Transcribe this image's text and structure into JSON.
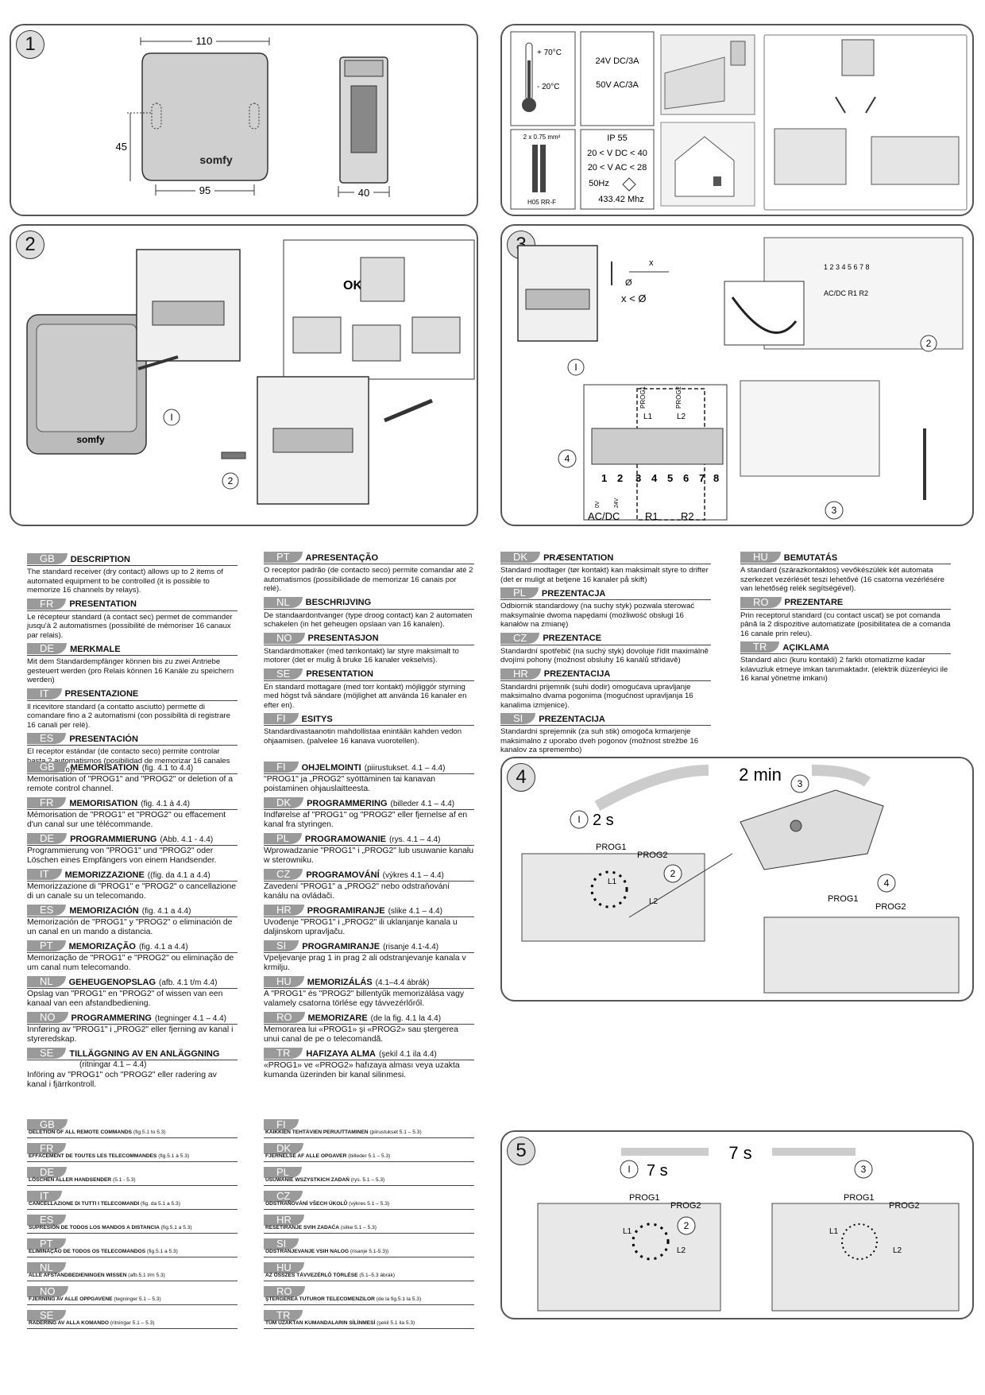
{
  "panels": {
    "p1": {
      "num": "1",
      "dim_width": "110",
      "dim_height": "45",
      "dim_holes": "95",
      "dim_depth": "40",
      "brand": "somfy"
    },
    "spec": {
      "temp_high": "+ 70°C",
      "temp_low": "- 20°C",
      "voltage_dc": "24V DC/3A",
      "voltage_ac": "50V AC/3A",
      "cable_size": "2 x 0.75 mm²",
      "cable_type": "H05 RR-F",
      "ip": "IP 55",
      "range_dc": "20 < V DC < 40",
      "range_ac": "20 < V AC < 28",
      "freq": "50Hz",
      "radio": "433.42 Mhz"
    },
    "p2": {
      "num": "2",
      "ok": "OK",
      "step1": "I",
      "step2": "2",
      "brand": "somfy"
    },
    "p3": {
      "num": "3",
      "x_label": "x",
      "x_diam": "x < Ø",
      "diam": "Ø",
      "step1": "I",
      "step2": "2",
      "step3": "3",
      "step4": "4",
      "terminals": [
        "1",
        "2",
        "3",
        "4",
        "5",
        "6",
        "7",
        "8"
      ],
      "v0": "0V",
      "v24": "24V",
      "acdc": "AC/DC",
      "r1": "R1",
      "r2": "R2",
      "prog1": "PROG1",
      "prog2": "PROG2",
      "l1": "L1",
      "l2": "L2",
      "small_terms": "1 2 3 4 5 6 7 8",
      "small_labels": "AC/DC  R1    R2"
    },
    "p4": {
      "num": "4",
      "time_long": "2 min",
      "time_short": "2 s",
      "step1": "I",
      "step2": "2",
      "step3": "3",
      "step4": "4",
      "prog1": "PROG1",
      "prog2": "PROG2",
      "l1": "L1",
      "l2": "L2"
    },
    "p5": {
      "num": "5",
      "time_long": "7 s",
      "time_short": "7 s",
      "step1": "I",
      "step2": "2",
      "step3": "3",
      "prog1": "PROG1",
      "prog2": "PROG2",
      "l1": "L1",
      "l2": "L2"
    }
  },
  "col1a": [
    {
      "code": "GB",
      "title": "DESCRIPTION",
      "ref": "",
      "body": "The standard receiver (dry contact) allows up to 2 items of automated equipment to be controlled (it is possible to memorize 16 channels by relays)."
    },
    {
      "code": "FR",
      "title": "PRESENTATION",
      "ref": "",
      "body": "Le récepteur standard (à contact sec) permet de commander jusqu'à 2 automatismes (possibilité de mémoriser 16 canaux par relais)."
    },
    {
      "code": "DE",
      "title": "MERKMALE",
      "ref": "",
      "body": "Mit dem Standardempfänger können bis zu zwei Antriebe gesteuert werden (pro Relais können 16 Kanäle zu speichern werden)"
    },
    {
      "code": "IT",
      "title": "PRESENTAZIONE",
      "ref": "",
      "body": "Il ricevitore standard (a contatto asciutto) permette di comandare fino a 2 automatismi (con possibilità di registrare 16 canali per relè)."
    },
    {
      "code": "ES",
      "title": "PRESENTACIÓN",
      "ref": "",
      "body": "El receptor estándar (de contacto seco) permite controlar hasta 2 automatismos (posibilidad de memorizar 16 canales uno tras otro)."
    }
  ],
  "col2a": [
    {
      "code": "PT",
      "title": "APRESENTAÇÃO",
      "ref": "",
      "body": "O receptor padrão (de contacto seco) permite comandar até 2 automatismos (possibilidade de memorizar 16 canais por relé)."
    },
    {
      "code": "NL",
      "title": "BESCHRIJVING",
      "ref": "",
      "body": "De standaardontvanger (type droog contact) kan 2 automaten schakelen (in het geheugen opslaan van 16 kanalen)."
    },
    {
      "code": "NO",
      "title": "PRESENTASJON",
      "ref": "",
      "body": "Standardmottaker (med tørrkontakt) lar styre maksimalt to motorer (det er mulig å bruke 16 kanaler vekselvis)."
    },
    {
      "code": "SE",
      "title": "PRESENTATION",
      "ref": "",
      "body": "En standard mottagare (med torr kontakt) möjliggör styrning med högst två sändare (möjlighet att använda 16 kanaler en efter en)."
    },
    {
      "code": "FI",
      "title": "ESITYS",
      "ref": "",
      "body": "Standardivastaanotin mahdollistaa enintään kahden vedon ohjaamisen. (palvelee 16 kanava vuorotellen)."
    }
  ],
  "col3a": [
    {
      "code": "DK",
      "title": "PRÆSENTATION",
      "ref": "",
      "body": "Standard modtager (tør kontakt) kan maksimalt styre to drifter (det er muligt at betjene 16 kanaler på skift)"
    },
    {
      "code": "PL",
      "title": "PREZENTACJA",
      "ref": "",
      "body": "Odbiornik standardowy (na suchy styk) pozwala sterować maksymalnie dwoma napędami (możliwość obsługi 16 kanałów na zmianę)"
    },
    {
      "code": "CZ",
      "title": "PREZENTACE",
      "ref": "",
      "body": "Standardní spotřebič (na suchý styk) dovoluje řídit maximálně dvojími pohony (možnost obsluhy 16 kanálů střídavě)"
    },
    {
      "code": "HR",
      "title": "PREZENTACIJA",
      "ref": "",
      "body": "Standardni prijemnik (suhi dodir) omogućava upravljanje maksimalno dvama pogonima (mogućnost upravljanja 16 kanalima izmjenice)."
    },
    {
      "code": "SI",
      "title": "PREZENTACIJA",
      "ref": "",
      "body": "Standardni sprejemnik (za suh stik) omogoča krmarjenje maksimalno z uporabo dveh pogonov (možnost strežbe 16 kanalov za spremembo)"
    }
  ],
  "col4a": [
    {
      "code": "HU",
      "title": "BEMUTATÁS",
      "ref": "",
      "body": "A standard (szárazkontaktos) vevőkészülék két automata szerkezet vezérlését teszi lehetővé (16 csatorna vezérlésére van lehetőség relék segítségével)."
    },
    {
      "code": "RO",
      "title": "PREZENTARE",
      "ref": "",
      "body": "Prin receptorul standard (cu contact uscat) se pot comanda până la 2 dispozitive automatizate (posibilitatea de a comanda 16 canale prin releu)."
    },
    {
      "code": "TR",
      "title": "AÇIKLAMA",
      "ref": "",
      "body": "Standard alıcı (kuru kontakli) 2 farklı otomatizme kadar kılavuzluk etmeye imkan tanımaktadır. (elektrik düzenleyici ile 16 kanal yönetme imkanı)"
    }
  ],
  "col1b": [
    {
      "code": "GB",
      "title": "MEMORISATION",
      "ref": "(fig. 4.1 to 4.4)",
      "body": "Memorisation of \"PROG1\" and \"PROG2\" or deletion of a remote control channel."
    },
    {
      "code": "FR",
      "title": "MEMORISATION",
      "ref": "(fig. 4.1 à 4.4)",
      "body": "Mémorisation de \"PROG1\" et \"PROG2\" ou effacement d'un canal sur une télécommande."
    },
    {
      "code": "DE",
      "title": "PROGRAMMIERUNG",
      "ref": "(Abb. 4.1 - 4.4)",
      "body": "Programmierung von \"PROG1\" und \"PROG2\" oder Löschen eines Empfängers von einem Handsender."
    },
    {
      "code": "IT",
      "title": "MEMORIZZAZIONE",
      "ref": "((fig. da 4.1 a 4.4)",
      "body": "Memorizzazione di \"PROG1\" e \"PROG2\" o cancellazione di un canale su un telecomando."
    },
    {
      "code": "ES",
      "title": "MEMORIZACIÓN",
      "ref": "(fig. 4.1 a 4.4)",
      "body": "Memorización de \"PROG1\" y \"PROG2\" o eliminación de un canal en un mando a distancia."
    },
    {
      "code": "PT",
      "title": "MEMORIZAÇÃO",
      "ref": "(fig. 4.1 a 4.4)",
      "body": "Memorização de \"PROG1\" e \"PROG2\" ou eliminação de um canal num telecomando."
    },
    {
      "code": "NL",
      "title": "GEHEUGENOPSLAG",
      "ref": "(afb. 4.1 t/m 4.4)",
      "body": "Opslag van \"PROG1\" en \"PROG2\" of wissen van een kanaal van een afstandbediening."
    },
    {
      "code": "NO",
      "title": "PROGRAMMERING",
      "ref": "(tegninger 4.1 – 4.4)",
      "body": "Innføring av \"PROG1\" i „PROG2\" eller fjerning av kanal i styreredskap."
    },
    {
      "code": "SE",
      "title": "TILLÄGGNING AV EN ANLÄGGNING",
      "ref": "(ritningar 4.1 – 4.4)",
      "body": "Införing av \"PROG1\" och \"PROG2\" eller radering av kanal i fjärrkontroll."
    }
  ],
  "col2b": [
    {
      "code": "FI",
      "title": "OHJELMOINTI",
      "ref": "(piirustukset. 4.1 – 4.4)",
      "body": "\"PROG1\" ja „PROG2\" syöttäminen tai kanavan poistaminen ohjauslaitteesta."
    },
    {
      "code": "DK",
      "title": "PROGRAMMERING",
      "ref": "(billeder 4.1 – 4.4)",
      "body": "Indførelse af \"PROG1\" og \"PROG2\" eller fjernelse af en kanal fra styringen."
    },
    {
      "code": "PL",
      "title": "PROGRAMOWANIE",
      "ref": "(rys. 4.1 – 4.4)",
      "body": "Wprowadzanie \"PROG1\" i „PROG2\" lub usuwanie kanału w sterowniku."
    },
    {
      "code": "CZ",
      "title": "PROGRAMOVÁNÍ",
      "ref": "(výkres 4.1 – 4.4)",
      "body": "Zavedení \"PROG1\" a „PROG2\" nebo odstraňování kanálu na ovládači."
    },
    {
      "code": "HR",
      "title": "PROGRAMIRANJE",
      "ref": "(slike 4.1 – 4.4)",
      "body": "Uvođenje \"PROG1\" i „PROG2\" ili uklanjanje kanala u daljinskom upravljaču."
    },
    {
      "code": "SI",
      "title": "PROGRAMIRANJE",
      "ref": "(risanje 4.1-4.4)",
      "body": "Vpeljevanje prag 1 in prag 2 ali odstranjevanje kanala v krmilju."
    },
    {
      "code": "HU",
      "title": "MEMORIZÁLÁS",
      "ref": "(4.1–4.4 ábrák)",
      "body": "A \"PROG1\" és \"PROG2\" billentyűk memorizálása vagy valamely csatorna törlése egy távvezérlőről."
    },
    {
      "code": "RO",
      "title": "MEMORIZARE",
      "ref": "(de la fig. 4.1 la 4.4)",
      "body": "Memorarea lui «PROG1» şi «PROG2» sau ştergerea unui canal de pe o telecomandă."
    },
    {
      "code": "TR",
      "title": "HAFIZAYA ALMA",
      "ref": "(şekil 4.1 ila 4.4)",
      "body": "«PROG1» ve «PROG2» hafızaya alması veya uzakta kumanda üzerinden bir kanal silinmesi."
    }
  ],
  "col1c": [
    {
      "code": "GB",
      "title": "DELETION OF ALL REMOTE COMMANDS",
      "ref": "(fig.5.1 to 5.3)"
    },
    {
      "code": "FR",
      "title": "EFFACEMENT DE TOUTES LES TELECOMMANDES",
      "ref": "(fig.5.1 à 5.3)"
    },
    {
      "code": "DE",
      "title": "LÖSCHEN ALLER HANDSENDER",
      "ref": "(5.1 - 5.3)"
    },
    {
      "code": "IT",
      "title": "CANCELLAZIONE DI TUTTI I TELECOMANDI",
      "ref": "(fig. da 5.1 a 5.3)"
    },
    {
      "code": "ES",
      "title": "SUPRESIÓN DE TODOS LOS MANDOS A DISTANCIA",
      "ref": "(fig.5.1 a 5.3)"
    },
    {
      "code": "PT",
      "title": "ELIMINAÇÃO DE TODOS OS TELECOMANDOS",
      "ref": "(fig.5.1 a 5.3)"
    },
    {
      "code": "NL",
      "title": "ALLE AFSTANDBEDIENINGEN WISSEN",
      "ref": "(afb.5.1 t/m 5.3)"
    },
    {
      "code": "NO",
      "title": "FJERNING AV ALLE OPPGAVENE",
      "ref": "(tegninger 5.1 – 5.3)"
    },
    {
      "code": "SE",
      "title": "RADERING AV ALLA KOMANDO",
      "ref": "(ritningar 5.1 – 5.3)"
    }
  ],
  "col2c": [
    {
      "code": "FI",
      "title": "KAIKKIEN TEHTÄVIEN PERUUTTAMINEN",
      "ref": "(piirustukset 5.1 – 5.3)"
    },
    {
      "code": "DK",
      "title": "FJERNELSE AF ALLE OPGAVER",
      "ref": "(billeder 5.1 – 5.3)"
    },
    {
      "code": "PL",
      "title": "USUWANIE WSZYSTKICH ZADAŃ",
      "ref": "(rys. 5.1 – 5.3)"
    },
    {
      "code": "CZ",
      "title": "ODSTRAŇOVÁNÍ VŠECH ÚKOLŮ",
      "ref": "(výkres 5.1 – 5.3)"
    },
    {
      "code": "HR",
      "title": "RESETIRANJE SVIH ZADAĆA",
      "ref": "(slike 5.1 – 5.3)"
    },
    {
      "code": "SI",
      "title": "ODSTRANJEVANJE VSIH NALOG",
      "ref": "(risanje 5.1-5.3))"
    },
    {
      "code": "HU",
      "title": "AZ ÖSSZES TÁVVEZÉRLŐ TÖRLÉSE",
      "ref": "(5.1–5.3 ábrák)"
    },
    {
      "code": "RO",
      "title": "ŞTERGEREA TUTUROR TELECOMENZILOR",
      "ref": "(de la fig.5.1 la 5.3)"
    },
    {
      "code": "TR",
      "title": "TÜM UZAKTAN KUMANDALARIN SİLİNMESİ",
      "ref": "(şekil 5.1 ila 5.3)"
    }
  ]
}
